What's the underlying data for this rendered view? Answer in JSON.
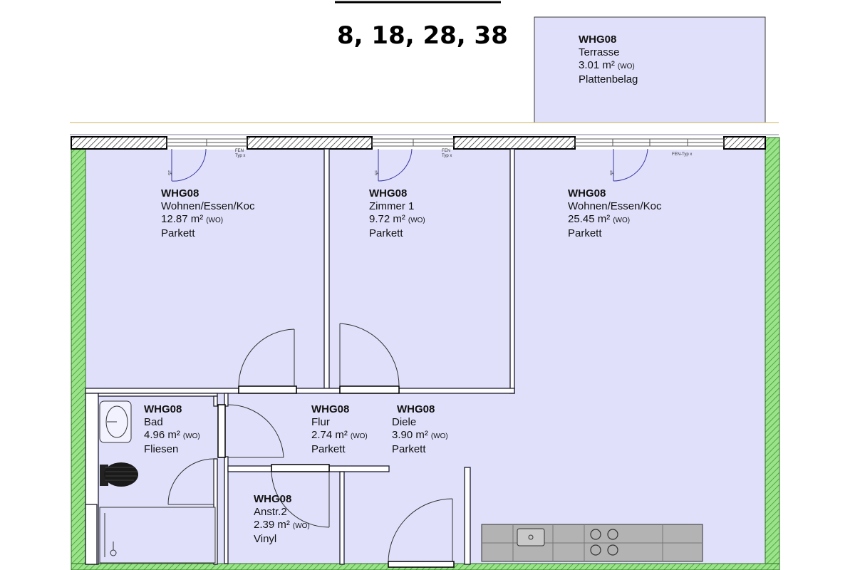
{
  "header": {
    "unit_numbers": "8, 18, 28, 38"
  },
  "colors": {
    "room_fill": "#e0e0fb",
    "ext_wall_fill": "#7fd96a",
    "wall_outline": "#1b1b2e",
    "wall_hatch": "#222222",
    "kitchen_counter": "#b3b3b3"
  },
  "rooms": [
    {
      "id": "WHG08",
      "name": "Terrasse",
      "area": "3.01 m²",
      "tag": "(WO)",
      "floor": "Plattenbelag"
    },
    {
      "id": "WHG08",
      "name": "Wohnen/Essen/Koc",
      "area": "12.87 m²",
      "tag": "(WO)",
      "floor": "Parkett"
    },
    {
      "id": "WHG08",
      "name": "Zimmer 1",
      "area": "9.72 m²",
      "tag": "(WO)",
      "floor": "Parkett"
    },
    {
      "id": "WHG08",
      "name": "Wohnen/Essen/Koc",
      "area": "25.45 m²",
      "tag": "(WO)",
      "floor": "Parkett"
    },
    {
      "id": "WHG08",
      "name": "Bad",
      "area": "4.96 m²",
      "tag": "(WO)",
      "floor": "Fliesen"
    },
    {
      "id": "WHG08",
      "name": "Flur",
      "area": "2.74 m²",
      "tag": "(WO)",
      "floor": "Parkett"
    },
    {
      "id": "WHG08",
      "name": "Diele",
      "area": "3.90 m²",
      "tag": "(WO)",
      "floor": "Parkett"
    },
    {
      "id": "WHG08",
      "name": "Anstr.2",
      "area": "2.39 m²",
      "tag": "(WO)",
      "floor": "Vinyl"
    }
  ],
  "window_tags": [
    {
      "line1": "FEN",
      "line2": "Typ x"
    },
    {
      "line1": "FEN",
      "line2": "Typ x"
    },
    {
      "line1": "FEN-Typ x",
      "line2": ""
    }
  ],
  "door_swing_marks": [
    "5F",
    "5F",
    "5F"
  ]
}
